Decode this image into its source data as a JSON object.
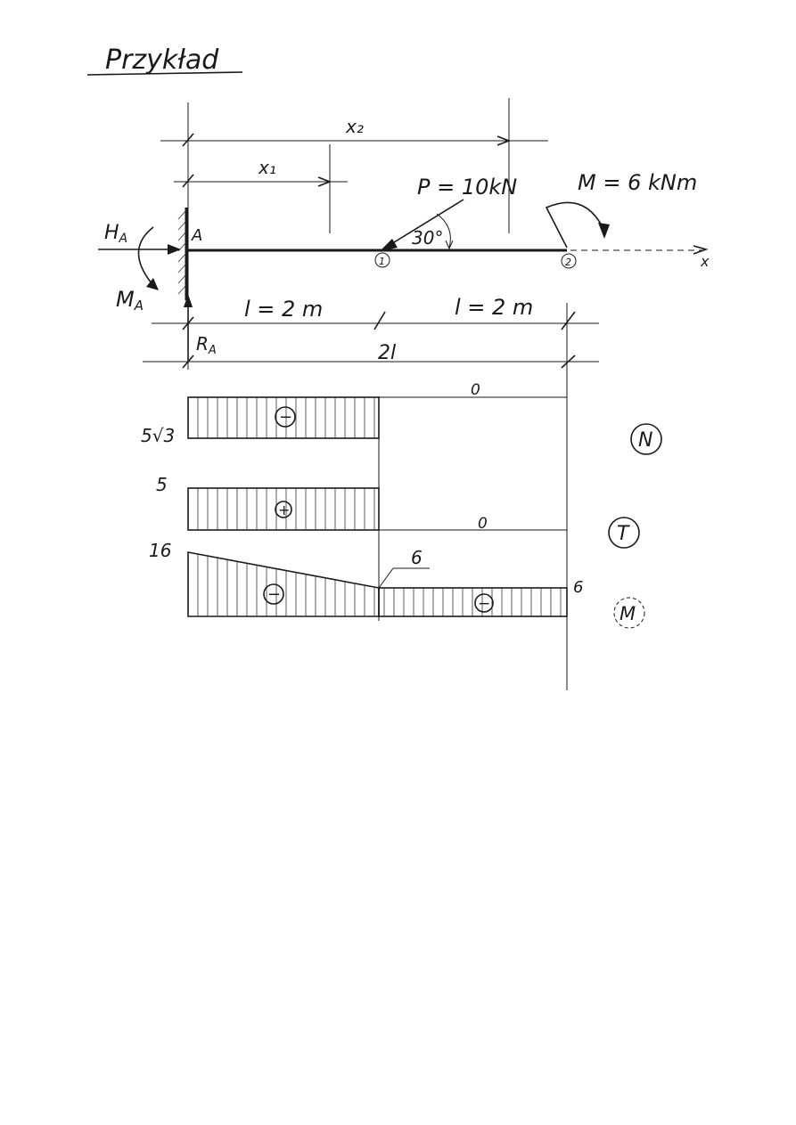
{
  "title": "Przykład",
  "dimensions": {
    "x1": "x₁",
    "x2": "x₂",
    "l_left": "l = 2 m",
    "l_right": "l = 2 m",
    "total": "2l"
  },
  "loads": {
    "force": "P = 10kN",
    "angle": "30°",
    "moment": "M = 6 kNm"
  },
  "support": {
    "label": "A",
    "horizontal": "H",
    "horizontal_sub": "A",
    "vertical": "R",
    "vertical_sub": "A",
    "moment": "M",
    "moment_sub": "A"
  },
  "nodes": {
    "n1": "1",
    "n2": "2"
  },
  "axis": {
    "x": "x"
  },
  "diagrams": {
    "normal": {
      "name": "N",
      "left_value": "5√3",
      "right_value": "0",
      "left_sign": "−"
    },
    "shear": {
      "name": "T",
      "left_value": "5",
      "right_value": "0",
      "left_sign": "+"
    },
    "moment": {
      "name": "M",
      "start_value": "16",
      "mid_value": "6",
      "end_value": "6",
      "left_sign": "−",
      "right_sign": "−"
    }
  },
  "colors": {
    "ink": "#1a1a1a",
    "paper": "#ffffff"
  }
}
